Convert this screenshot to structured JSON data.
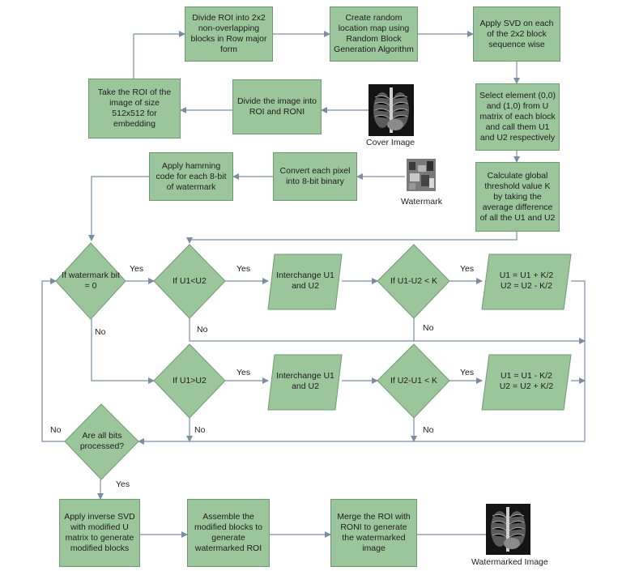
{
  "nodes": {
    "divide_roi_blocks": "Divide ROI into 2x2 non-overlapping blocks in Row major form",
    "random_location_map": "Create random location map using Random Block Generation Algorithm",
    "apply_svd": "Apply SVD on each of the 2x2 block sequence wise",
    "take_roi": "Take the ROI of the image of size 512x512 for embedding",
    "divide_image": "Divide the image into ROI and RONI",
    "select_element": "Select element (0,0) and (1,0) from U matrix of each block and call them U1 and U2 respectively",
    "hamming_code": "Apply hamming code for each 8-bit of watermark",
    "convert_pixel": "Convert each pixel into 8-bit binary",
    "global_threshold": "Calculate global threshold value K by taking the average difference of all the U1 and U2",
    "if_watermark_bit": "If watermark bit = 0",
    "if_u1_lt_u2": "If U1<U2",
    "interchange_1": "Interchange U1 and U2",
    "if_u1_minus_u2": "If U1-U2 < K",
    "update_1": "U1 = U1 + K/2\nU2 = U2 - K/2",
    "if_u1_gt_u2": "If U1>U2",
    "interchange_2": "Interchange U1 and U2",
    "if_u2_minus_u1": "If U2-U1 < K",
    "update_2": "U1 = U1 - K/2\nU2 = U2 + K/2",
    "all_bits_processed": "Are all bits processed?",
    "inverse_svd": "Apply inverse SVD with modified U matrix to generate modified blocks",
    "assemble_blocks": "Assemble the modified blocks to generate watermarked ROI",
    "merge_roi": "Merge the ROI with RONI to generate the watermarked image"
  },
  "image_labels": {
    "cover": "Cover Image",
    "watermark": "Watermark",
    "watermarked": "Watermarked Image"
  },
  "edge_labels": {
    "yes": "Yes",
    "no": "No"
  }
}
